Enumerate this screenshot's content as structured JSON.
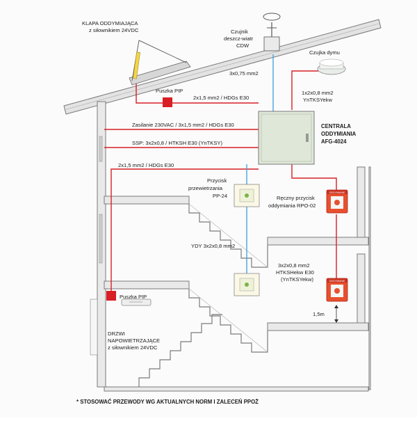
{
  "labels": {
    "klapa": [
      "KLAPA ODDYMIAJĄCA",
      "z siłownikiem 24VDC"
    ],
    "czujnik": [
      "Czujnik",
      "deszcz-wiatr",
      "CDW"
    ],
    "czujka": "Czujka dymu",
    "wire_075": "3x0,75 mm2",
    "wire_ytnk": [
      "1x2x0,8 mm2",
      "YnTKSYekw"
    ],
    "puszka_top": "Puszka PIP",
    "wire_hdgs_top": "2x1,5 mm2 / HDGs E30",
    "zasilanie": "Zasilanie 230VAC / 3x1,5 mm2 / HDGs E30",
    "ssp": "SSP: 3x2x0,8 / HTKSH E30 (YnTKSY)",
    "centrala": [
      "CENTRALA",
      "ODDYMIANIA",
      "AFG-4024"
    ],
    "wire_hdgs_left": "2x1,5 mm2 / HDGs E30",
    "przycisk_przew": [
      "Przycisk",
      "przewietrzania",
      "PP-24"
    ],
    "reczny": [
      "Ręczny przycisk",
      "oddymiania RPO-02"
    ],
    "ydy": "YDY 3x2x0,8 mm2",
    "wire_htks": [
      "3x2x0,8 mm2",
      "HTKSHekw E30",
      "(YnTKSYekw)"
    ],
    "puszka_bottom": "Puszka PIP",
    "height": "1,5m",
    "drzwi": [
      "DRZWI",
      "NAPOWIETRZAJĄCE",
      "z siłownikiem 24VDC"
    ],
    "rpo_header": "ODDYMIANIE",
    "footnote": "* STOSOWAĆ PRZEWODY WG AKTUALNYCH  NORM I ZALECEŃ PPOŻ"
  },
  "colors": {
    "red_wire": "#d81f26",
    "blue_wire": "#4aa3df",
    "panel": "#dfe8d8",
    "rpo_body": "#e8502d"
  },
  "icons": [
    "vent-flap-icon",
    "rain-wind-sensor-icon",
    "smoke-detector-icon",
    "junction-box-icon",
    "vent-button-icon",
    "manual-call-point-icon",
    "door-actuator-icon"
  ]
}
